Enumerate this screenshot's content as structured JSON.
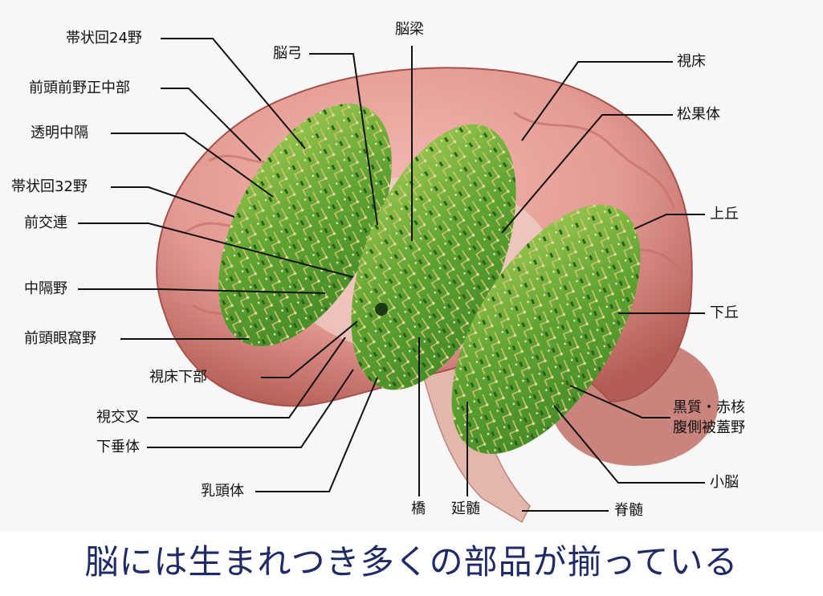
{
  "labels_left": [
    "帯状回24野",
    "前頭前野正中部",
    "透明中隔",
    "帯状回32野",
    "前交連",
    "中隔野",
    "前頭眼窩野",
    "視床下部",
    "視交叉",
    "下垂体",
    "乳頭体"
  ],
  "labels_top": [
    "脳弓",
    "脳梁"
  ],
  "labels_right": [
    "視床",
    "松果体",
    "上丘",
    "下丘",
    "黒質・赤核",
    "腹側被蓋野",
    "小脳",
    "脊髄"
  ],
  "labels_bottom": [
    "橋",
    "延髄"
  ],
  "caption": "脳には生まれつき多くの部品が揃っている",
  "colors": {
    "brain": "#e39a92",
    "brain_dark": "#c46e68",
    "circuit": "#4f9a2a",
    "circuit_light": "#8cc24a",
    "caption": "#1f2a66"
  }
}
